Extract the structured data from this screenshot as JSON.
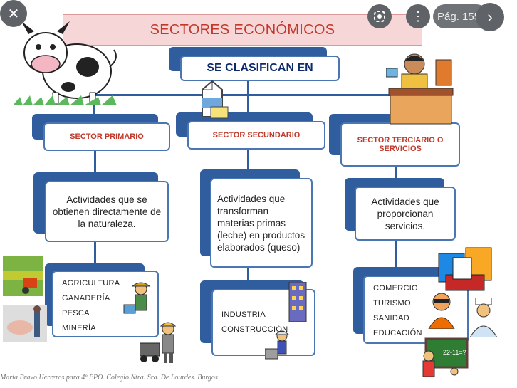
{
  "title": "SECTORES ECONÓMICOS",
  "subtitle": "SE CLASIFICAN EN",
  "sectors": [
    {
      "label": "SECTOR PRIMARIO",
      "description": "Actividades que se obtienen directamente de la naturaleza.",
      "items": [
        "AGRICULTURA",
        "GANADERÍA",
        "PESCA",
        "MINERÍA"
      ]
    },
    {
      "label": "SECTOR SECUNDARIO",
      "description": "Actividades que transforman materias primas (leche) en productos elaborados (queso)",
      "items": [
        "INDUSTRIA",
        "CONSTRUCCIÓN"
      ]
    },
    {
      "label": "SECTOR TERCIARIO O SERVICIOS",
      "description": "Actividades que proporcionan servicios.",
      "items": [
        "COMERCIO",
        "TURISMO",
        "SANIDAD",
        "EDUCACIÓN"
      ]
    }
  ],
  "credit": "Marta Bravo Herreros para 4º EPO. Colegio Ntra. Sra. De Lourdes. Burgos",
  "viewer": {
    "page_label": "Pág. 155",
    "close_icon": "close-icon",
    "lens_icon": "lens-icon",
    "more_icon": "more-icon",
    "next_icon": "chevron-right-icon"
  },
  "colors": {
    "accent": "#2f5d9e",
    "title_red": "#c0392b",
    "title_bg": "#f7d6d8"
  }
}
